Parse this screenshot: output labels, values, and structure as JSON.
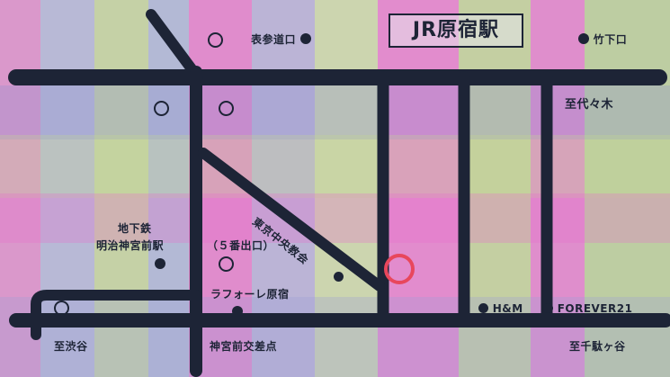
{
  "station": {
    "name": "JR原宿駅"
  },
  "exits": {
    "omotesando": "表参道口",
    "takeshita": "竹下口"
  },
  "directions": {
    "yoyogi": "至代々木",
    "shibuya": "至渋谷",
    "sendagaya": "至千駄ヶ谷"
  },
  "landmarks": {
    "metro_line1": "地下鉄",
    "metro_line2": "明治神宮前駅",
    "exit5": "（５番出口）",
    "church": "東京中央教会",
    "laforet": "ラフォーレ原宿",
    "intersection": "神宮前交差点",
    "hm": "H&M",
    "forever21": "FOREVER21"
  },
  "colors": {
    "road": "#1d2436",
    "destination_ring": "#e8475c",
    "wash_pink": "#e15fc7",
    "wash_violet": "#a59bd6",
    "wash_green": "#b9cf86"
  }
}
